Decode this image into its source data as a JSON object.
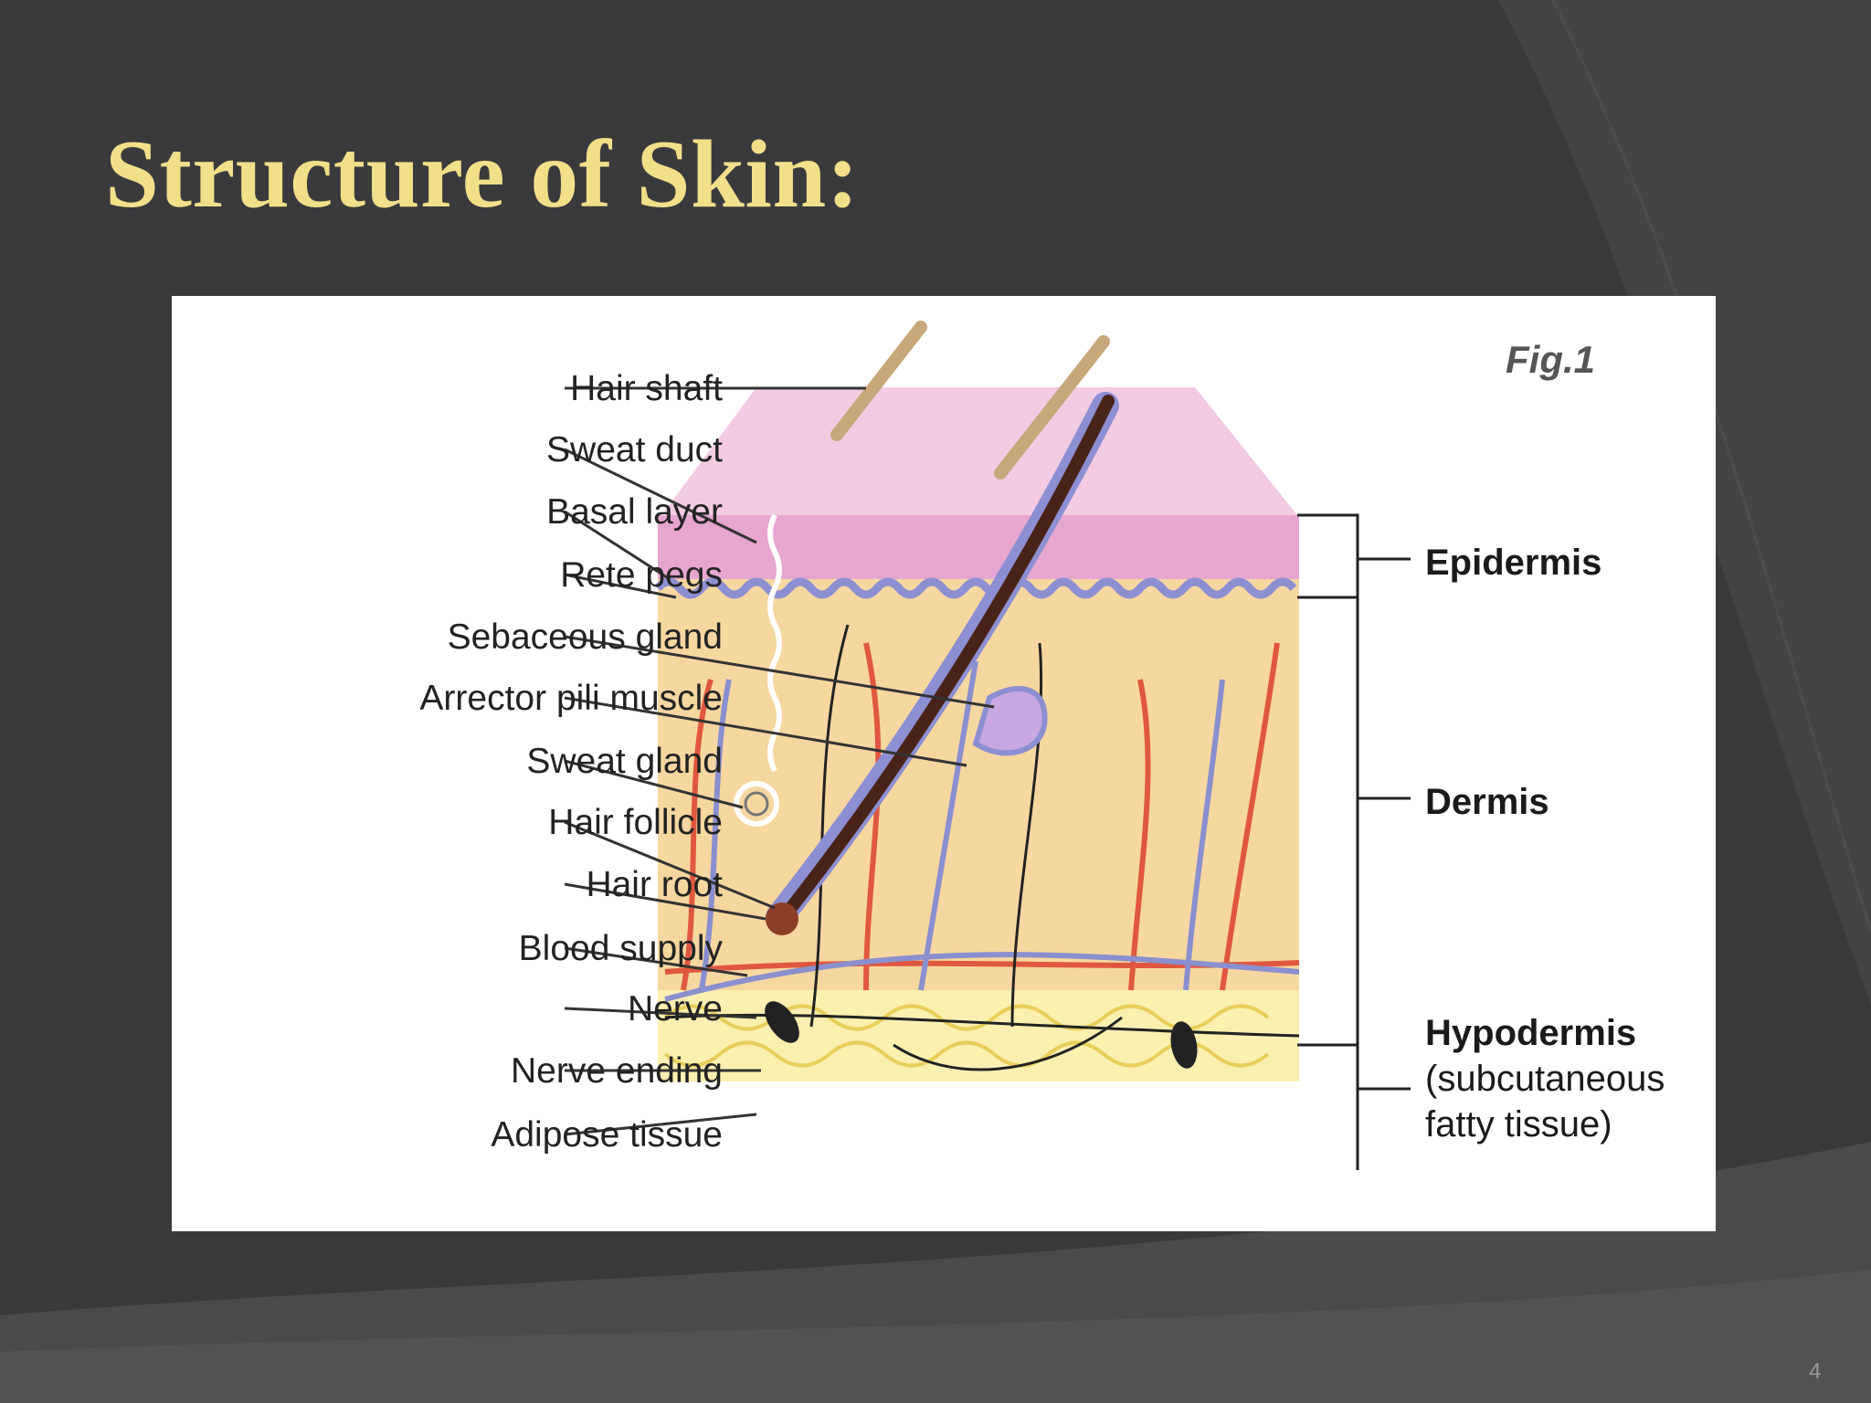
{
  "slide": {
    "title": "Structure of Skin:",
    "page_number": "4"
  },
  "figure": {
    "fig_label": "Fig.1",
    "left_labels": [
      "Hair shaft",
      "Sweat duct",
      "Basal layer",
      "Rete pegs",
      "Sebaceous gland",
      "Arrector pili muscle",
      "Sweat gland",
      "Hair follicle",
      "Hair root",
      "Blood supply",
      "Nerve",
      "Nerve ending",
      "Adipose tissue"
    ],
    "layers": {
      "epidermis": "Epidermis",
      "dermis": "Dermis",
      "hypodermis": "Hypodermis",
      "hypodermis_note_1": "(subcutaneous",
      "hypodermis_note_2": "fatty tissue)"
    }
  },
  "colors": {
    "background": "#3a3a3c",
    "title": "#f2df8a",
    "epidermis_surface": "#f0c6e0",
    "epidermis": "#e8a9d0",
    "dermis": "#f7d7a0",
    "hypodermis": "#fbf0b0",
    "artery": "#e0573f",
    "vein": "#8a8fd0",
    "nerve": "#222222"
  }
}
